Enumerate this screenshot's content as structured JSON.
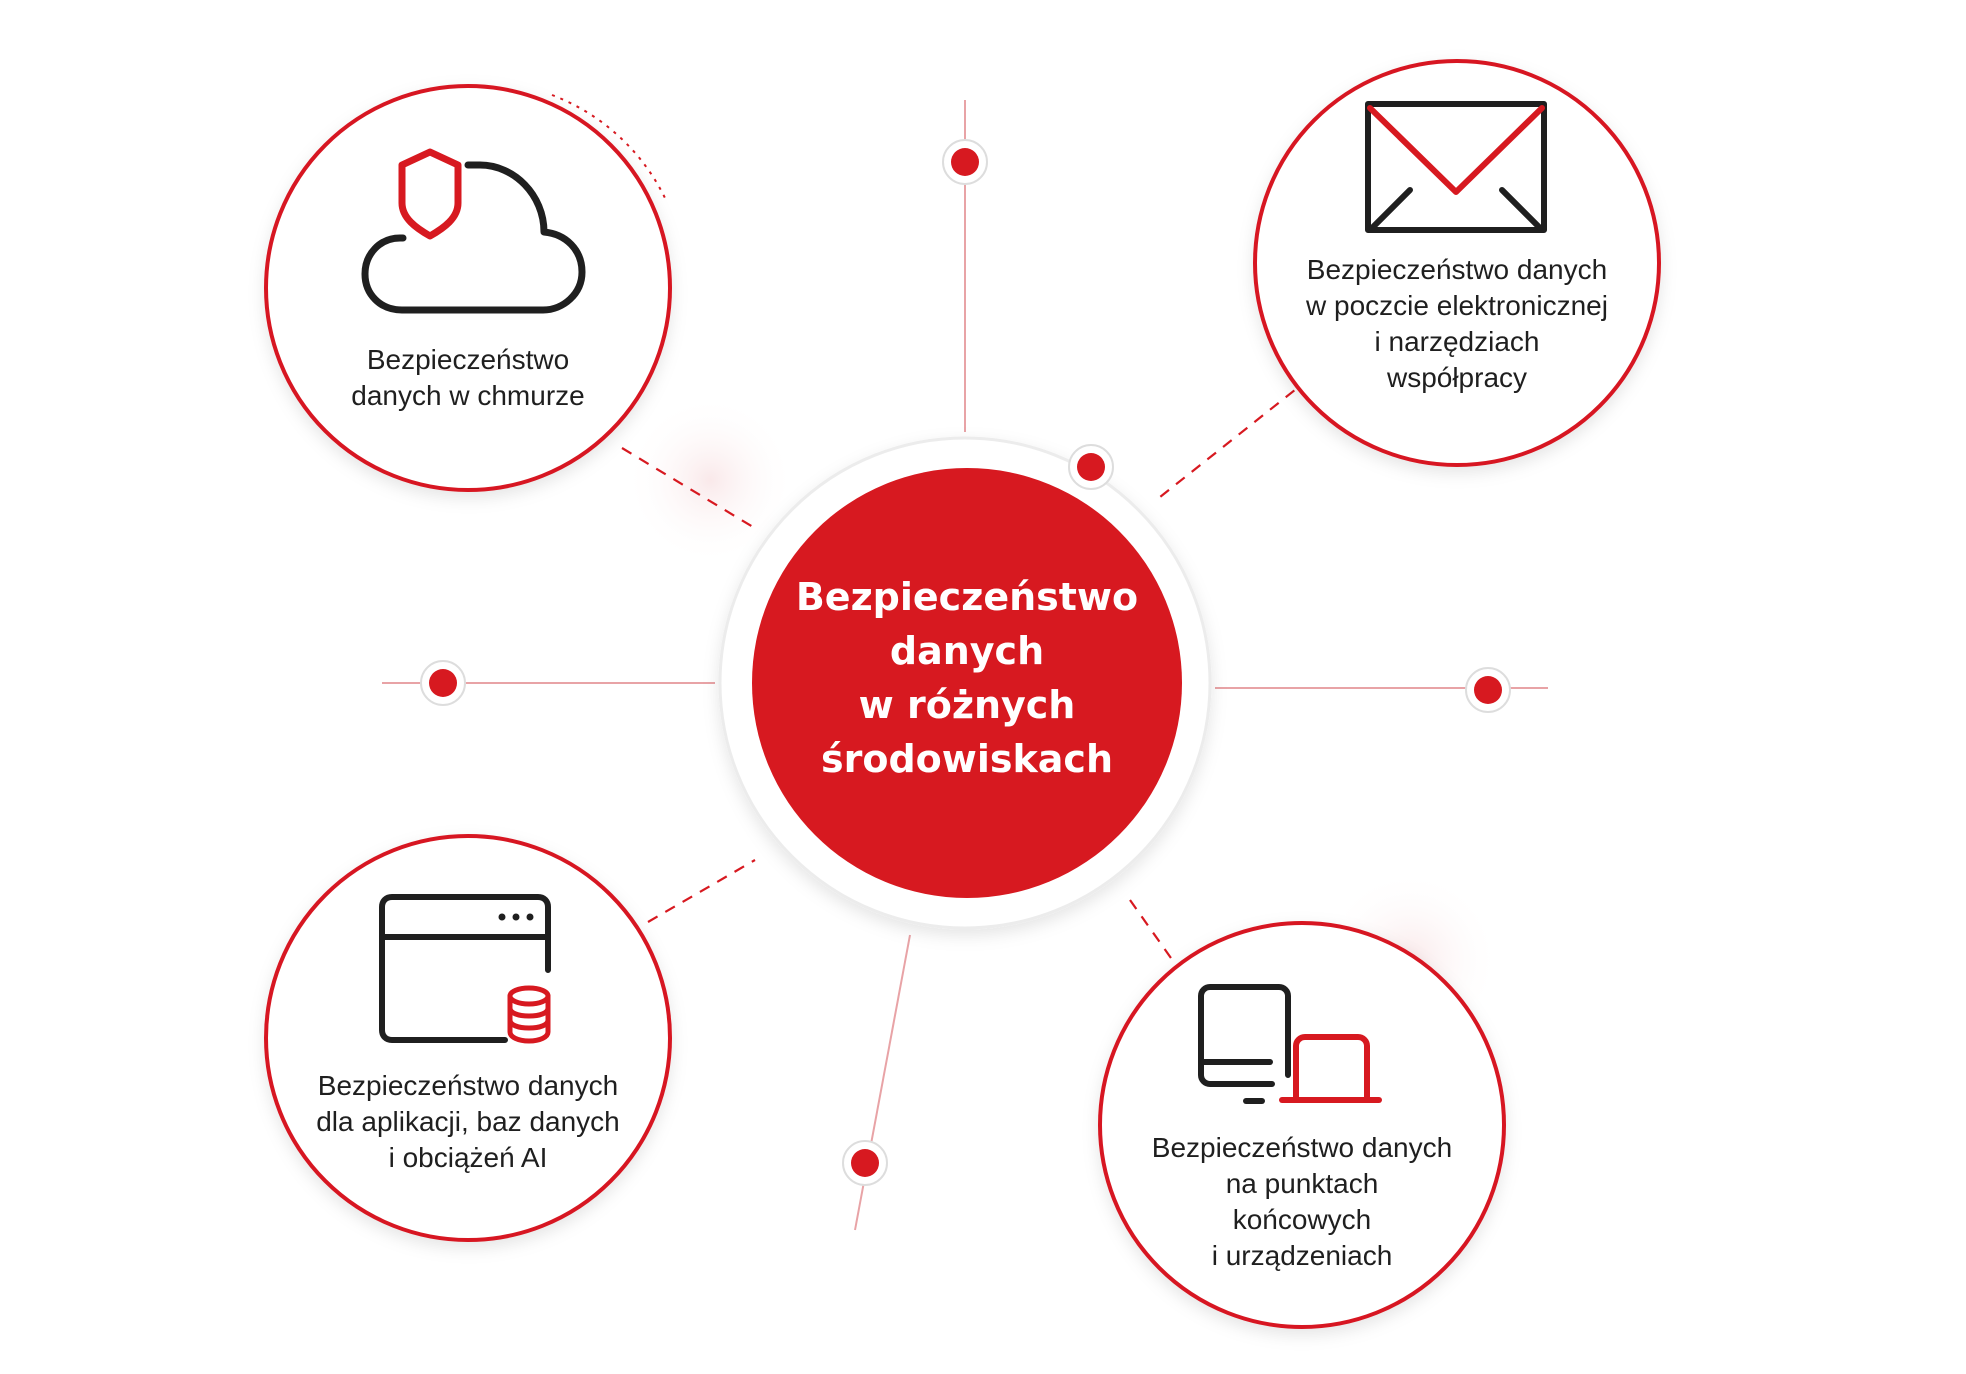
{
  "colors": {
    "accent": "#d71920",
    "icon_dark": "#1f1f1f",
    "connector": "#e8a3a6"
  },
  "center": {
    "lines": [
      "Bezpieczeństwo",
      "danych",
      "w różnych",
      "środowiskach"
    ]
  },
  "nodes": {
    "cloud": {
      "icon": "cloud-shield-icon",
      "lines": [
        "Bezpieczeństwo",
        "danych w chmurze"
      ]
    },
    "email": {
      "icon": "envelope-icon",
      "lines": [
        "Bezpieczeństwo danych",
        "w poczcie elektronicznej",
        "i narzędziach",
        "współpracy"
      ]
    },
    "apps": {
      "icon": "app-window-database-icon",
      "lines": [
        "Bezpieczeństwo danych",
        "dla aplikacji, baz danych",
        "i obciążeń AI"
      ]
    },
    "endpoints": {
      "icon": "monitor-laptop-icon",
      "lines": [
        "Bezpieczeństwo danych",
        "na punktach",
        "końcowych",
        "i urządzeniach"
      ]
    }
  }
}
